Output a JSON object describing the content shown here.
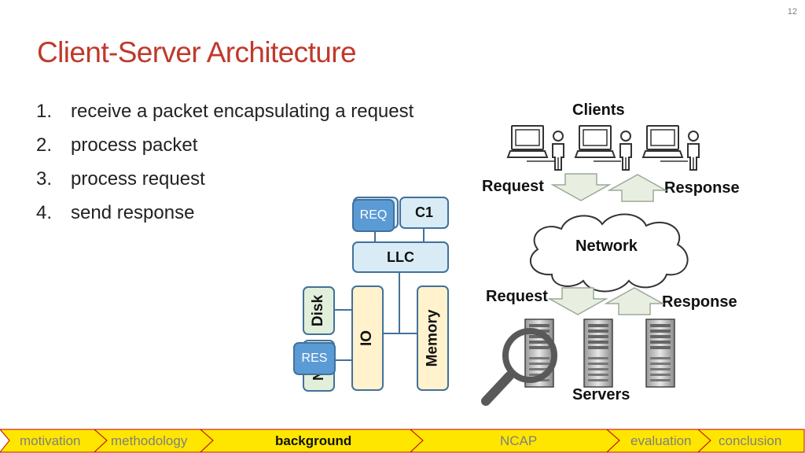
{
  "slide_number": "12",
  "title": "Client-Server Architecture",
  "steps": [
    {
      "num": "1.",
      "text": "receive a packet encapsulating a request"
    },
    {
      "num": "2.",
      "text": "process packet"
    },
    {
      "num": "3.",
      "text": "process request"
    },
    {
      "num": "4.",
      "text": "send response"
    }
  ],
  "hardware": {
    "req_label": "REQ",
    "c1_label": "C1",
    "llc_label": "LLC",
    "disk_label": "Disk",
    "nic_label": "N",
    "res_label": "RES",
    "io_label": "IO",
    "memory_label": "Memory"
  },
  "network_diagram": {
    "clients_label": "Clients",
    "request_top_label": "Request",
    "response_top_label": "Response",
    "network_label": "Network",
    "request_bottom_label": "Request",
    "response_bottom_label": "Response",
    "servers_label": "Servers"
  },
  "nav": {
    "items": [
      "motivation",
      "methodology",
      "background",
      "NCAP",
      "evaluation",
      "conclusion"
    ],
    "active": "background"
  },
  "colors": {
    "title": "#c0392b",
    "box_border": "#41719c",
    "box_blue": "#d9ecf6",
    "box_yellow": "#fff2cc",
    "box_green": "#e2efda",
    "badge": "#5b9bd5",
    "nav_fill": "#ffe600",
    "nav_border": "#c00000"
  },
  "icons": [
    "laptop-icon",
    "person-icon",
    "arrow-down-icon",
    "arrow-up-icon",
    "cloud-icon",
    "server-icon",
    "magnifier-icon"
  ]
}
